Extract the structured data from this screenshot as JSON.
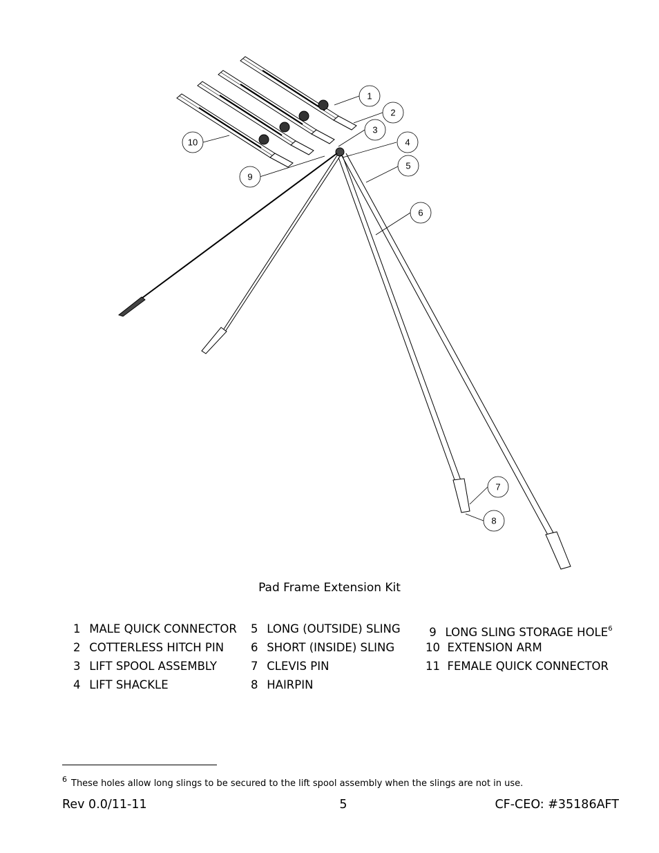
{
  "callouts": [
    "1",
    "2",
    "3",
    "4",
    "5",
    "6",
    "7",
    "8",
    "9",
    "10"
  ],
  "caption": "Pad Frame Extension Kit",
  "parts": {
    "col1": [
      {
        "num": "1",
        "label": "MALE QUICK CONNECTOR"
      },
      {
        "num": "2",
        "label": "COTTERLESS HITCH PIN"
      },
      {
        "num": "3",
        "label": "LIFT SPOOL ASSEMBLY"
      },
      {
        "num": "4",
        "label": "LIFT SHACKLE"
      }
    ],
    "col2": [
      {
        "num": "5",
        "label": "LONG (OUTSIDE) SLING"
      },
      {
        "num": "6",
        "label": "SHORT (INSIDE) SLING"
      },
      {
        "num": "7",
        "label": "CLEVIS PIN"
      },
      {
        "num": "8",
        "label": "HAIRPIN"
      }
    ],
    "col3": [
      {
        "num": "9",
        "label": "LONG SLING STORAGE HOLE",
        "sup": "6"
      },
      {
        "num": "10",
        "label": "EXTENSION ARM"
      },
      {
        "num": "11",
        "label": "FEMALE QUICK CONNECTOR"
      }
    ]
  },
  "footnote": {
    "mark": "6",
    "text": "These holes allow long slings to be secured to the lift spool assembly when the slings are not in use."
  },
  "footer": {
    "left": "Rev 0.0/11-11",
    "center": "5",
    "right": "CF-CEO: #35186AFT"
  }
}
